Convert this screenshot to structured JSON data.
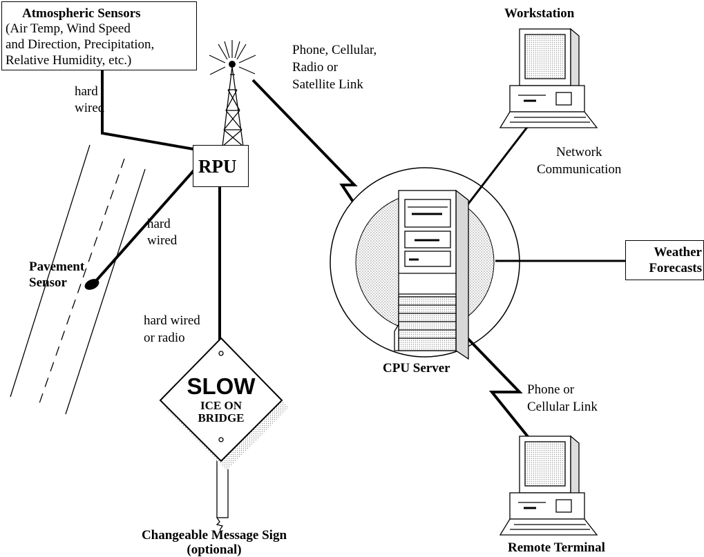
{
  "atmospheric": {
    "title": "Atmospheric Sensors",
    "details": "(Air Temp, Wind Speed\nand Direction, Precipitation,\nRelative Humidity, etc.)"
  },
  "rpu": "RPU",
  "links": {
    "atmos_wire": "hard\nwired",
    "pavement_wire": "hard\nwired",
    "sign_wire": "hard wired\nor radio",
    "tower_link": "Phone, Cellular,\nRadio or\nSatellite Link",
    "network": "Network\nCommunication",
    "remote_link": "Phone or\nCellular Link"
  },
  "pavement_sensor": "Pavement\nSensor",
  "sign": {
    "line1": "SLOW",
    "line2": "ICE ON",
    "line3": "BRIDGE",
    "caption": "Changeable Message Sign\n(optional)"
  },
  "server": "CPU Server",
  "workstation": "Workstation",
  "weather": "Weather\nForecasts",
  "remote_terminal": "Remote Terminal"
}
